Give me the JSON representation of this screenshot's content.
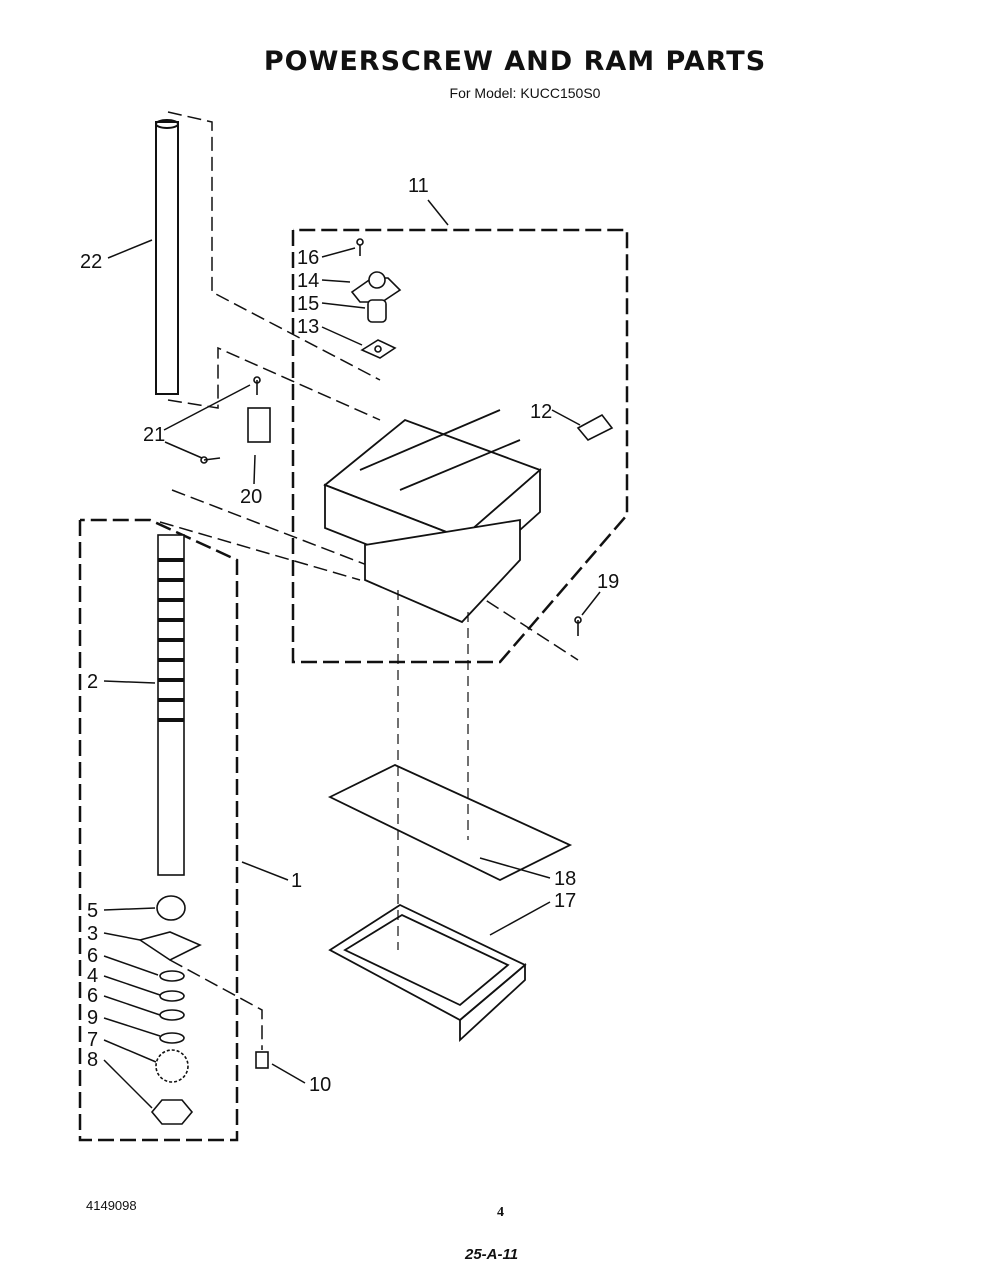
{
  "header": {
    "title": "POWERSCREW AND RAM PARTS",
    "subtitle": "For Model: KUCC150S0"
  },
  "callouts": {
    "p22": "22",
    "p11": "11",
    "p16": "16",
    "p14": "14",
    "p15": "15",
    "p13": "13",
    "p12": "12",
    "p21": "21",
    "p20": "20",
    "p19": "19",
    "p2": "2",
    "p1": "1",
    "p5": "5",
    "p3": "3",
    "p6a": "6",
    "p4": "4",
    "p6b": "6",
    "p9": "9",
    "p7": "7",
    "p8": "8",
    "p10": "10",
    "p18": "18",
    "p17": "17"
  },
  "footer": {
    "doc_number": "4149098",
    "page_number": "4",
    "code": "25-A-11"
  }
}
